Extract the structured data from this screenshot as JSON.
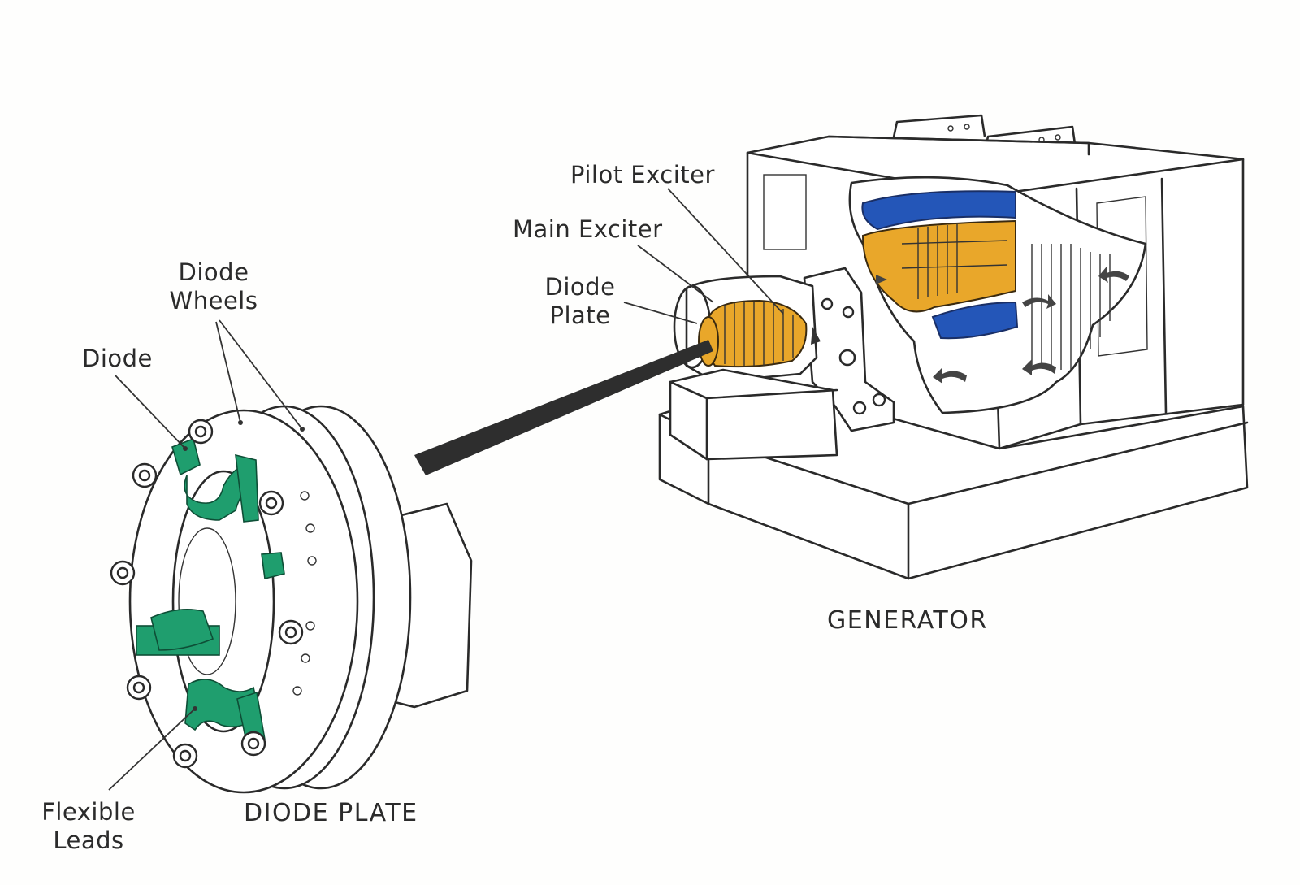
{
  "labels": {
    "pilot_exciter": "Pilot Exciter",
    "main_exciter": "Main Exciter",
    "diode_plate_line1": "Diode",
    "diode_plate_line2": "Plate",
    "diode_wheels_line1": "Diode",
    "diode_wheels_line2": "Wheels",
    "diode": "Diode",
    "flexible_leads_line1": "Flexible",
    "flexible_leads_line2": "Leads"
  },
  "captions": {
    "diode_plate": "DIODE PLATE",
    "generator": "GENERATOR"
  },
  "colors": {
    "diode_green": "#1f9e6e",
    "exciter_yellow": "#e9a72a",
    "stator_blue": "#2456b8",
    "line_ink": "#2a2a2a"
  }
}
